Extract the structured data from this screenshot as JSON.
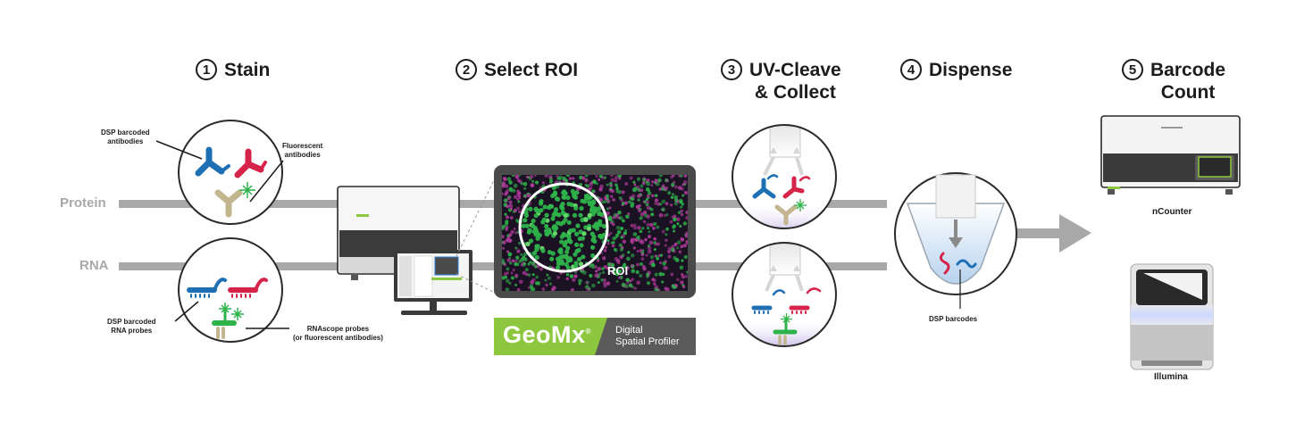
{
  "steps": [
    {
      "num": "1",
      "label": "Stain"
    },
    {
      "num": "2",
      "label": "Select ROI"
    },
    {
      "num": "3",
      "label": "UV-Cleave",
      "label2": "& Collect"
    },
    {
      "num": "4",
      "label": "Dispense"
    },
    {
      "num": "5",
      "label": "Barcode",
      "label2": "Count"
    }
  ],
  "rows": {
    "protein": "Protein",
    "rna": "RNA"
  },
  "labels": {
    "dsp_antibodies_1": "DSP barcoded",
    "dsp_antibodies_2": "antibodies",
    "fluor_antibodies_1": "Fluorescent",
    "fluor_antibodies_2": "antibodies",
    "dsp_rna_1": "DSP barcoded",
    "dsp_rna_2": "RNA probes",
    "rnascope_1": "RNAscope probes",
    "rnascope_2": "(or fluorescent antibodies)",
    "roi": "ROI",
    "dsp_barcodes": "DSP barcodes",
    "ncounter": "nCounter",
    "illumina": "Illumina"
  },
  "brand": {
    "name": "GeoMx",
    "mark": "®",
    "sub1": "Digital",
    "sub2": "Spatial Profiler"
  },
  "colors": {
    "blue": "#1f6fb5",
    "red": "#d5234a",
    "tan": "#c2b68f",
    "green": "#2db34a",
    "lime": "#8dc63f",
    "gray_band": "#a8a8a8",
    "magenta": "#b03a9a"
  },
  "icons": [
    "antibody-icon",
    "probe-icon",
    "fluorophore-icon",
    "instrument-icon",
    "monitor-icon",
    "tissue-image",
    "uv-lamp-icon",
    "well-tube-icon",
    "arrow-right-icon",
    "sequencer-icon"
  ]
}
